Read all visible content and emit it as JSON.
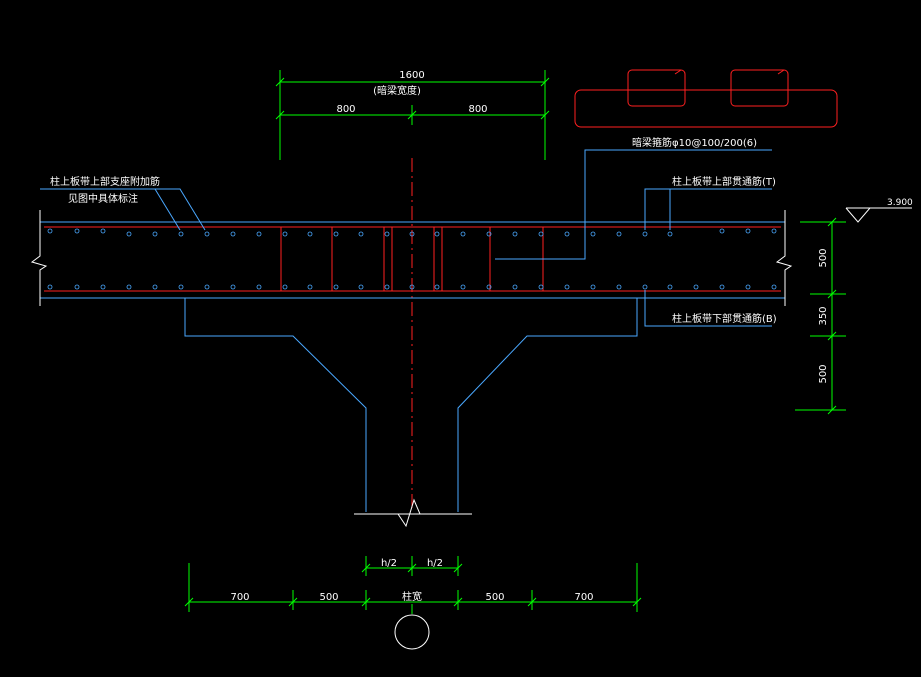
{
  "dimensions": {
    "total_width": "1600",
    "beam_note": "(暗梁宽度)",
    "half_left": "800",
    "half_right": "800",
    "depth_upper": "500",
    "depth_mid": "350",
    "depth_lower": "500",
    "elevation": "3.900",
    "col_half_left": "h/2",
    "col_half_right": "h/2",
    "bottom_left_outer": "700",
    "bottom_left_inner": "500",
    "bottom_center": "柱宽",
    "bottom_right_inner": "500",
    "bottom_right_outer": "700"
  },
  "annotations": {
    "stirrup_note": "暗梁箍筋φ10@100/200(6)",
    "top_left_line1": "柱上板带上部支座附加筋",
    "top_left_line2": "见图中具体标注",
    "top_right": "柱上板带上部贯通筋(T)",
    "bottom_right": "柱上板带下部贯通筋(B)"
  },
  "colors": {
    "background": "#000000",
    "dimension_lines": "#00ff00",
    "rebar": "#ff2020",
    "outline": "#4aa8ff",
    "leaders": "#ffffff"
  }
}
